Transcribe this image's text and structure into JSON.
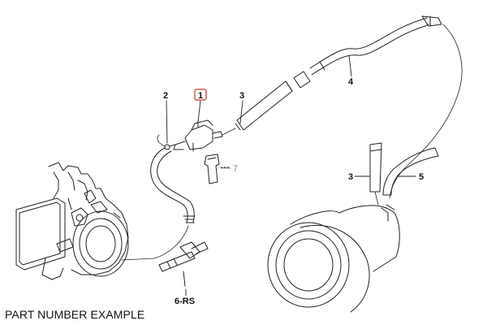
{
  "callouts": {
    "c1": "1",
    "c2": "2",
    "c3a": "3",
    "c3b": "3",
    "c4": "4",
    "c5": "5",
    "c7": "7",
    "c6": "6-RS"
  },
  "footer": {
    "label": "PART NUMBER EXAMPLE"
  },
  "colors": {
    "line": "#222222",
    "highlight_box": "#c0392b",
    "faded_label": "#8a8a8a"
  }
}
